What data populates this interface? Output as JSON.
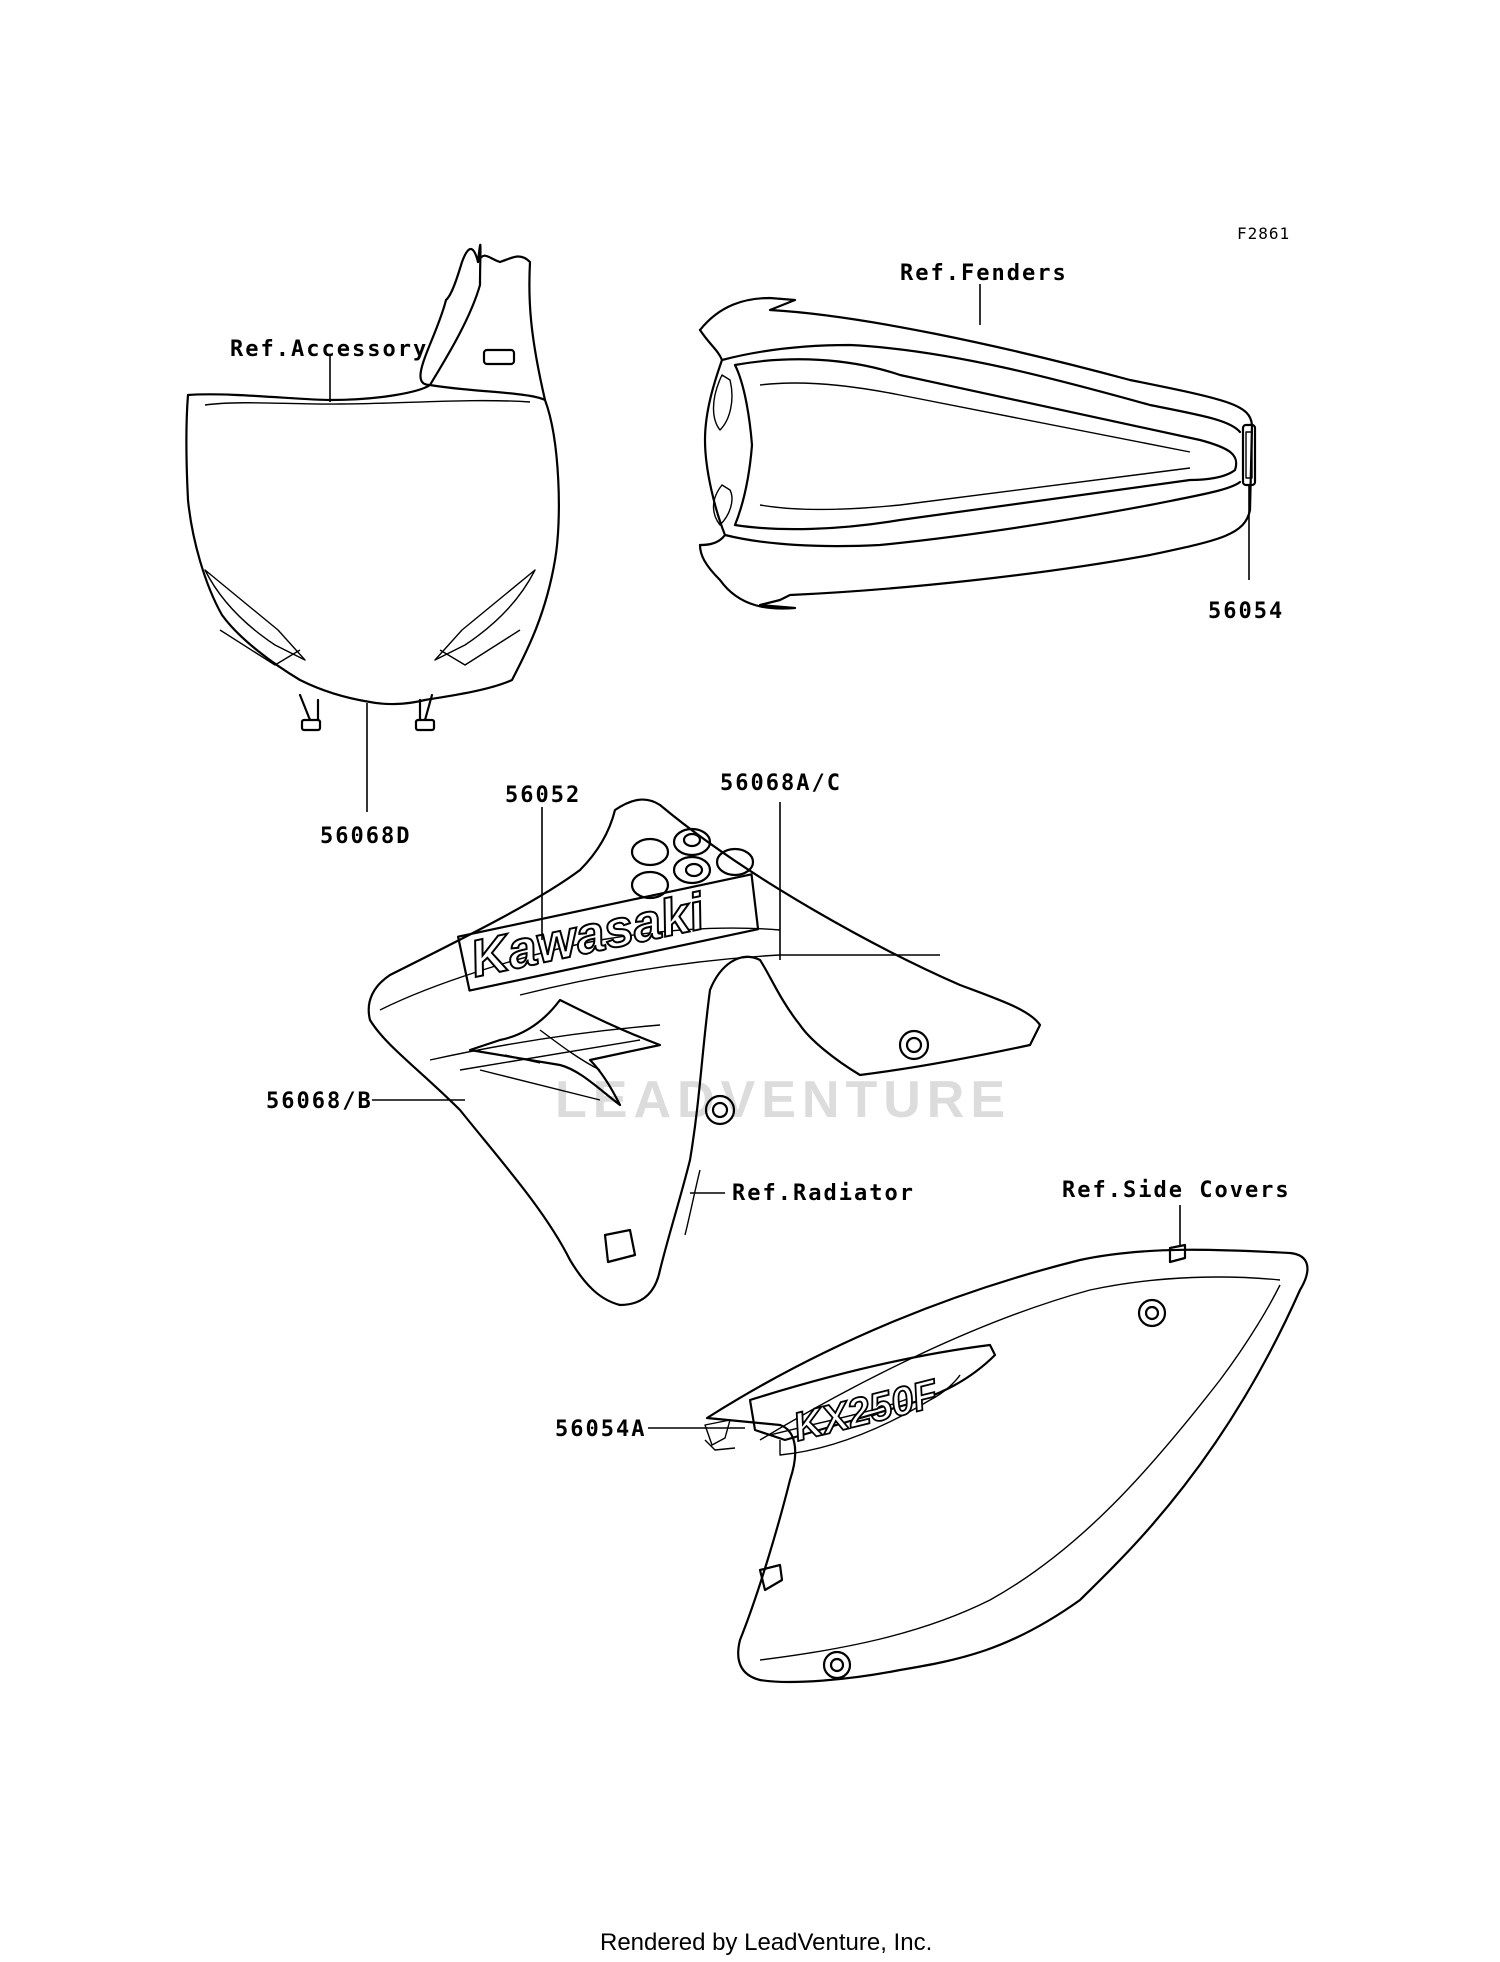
{
  "diagram_code": "F2861",
  "watermark": "LEADVENTURE",
  "footer": "Rendered by LeadVenture, Inc.",
  "parts": {
    "number_plate": {
      "ref_label": "Ref.Accessory",
      "part_number": "56068D"
    },
    "rear_fender": {
      "ref_label": "Ref.Fenders",
      "part_number": "56054"
    },
    "radiator_shroud": {
      "ref_label": "Ref.Radiator",
      "logo_text": "Kawasaki",
      "part_numbers": [
        "56052",
        "56068A/C",
        "56068/B"
      ]
    },
    "side_cover": {
      "ref_label": "Ref.Side Covers",
      "decal_text": "KX250F",
      "part_number": "56054A"
    }
  },
  "colors": {
    "line": "#000000",
    "background": "#ffffff",
    "watermark": "#dcdcdc"
  }
}
